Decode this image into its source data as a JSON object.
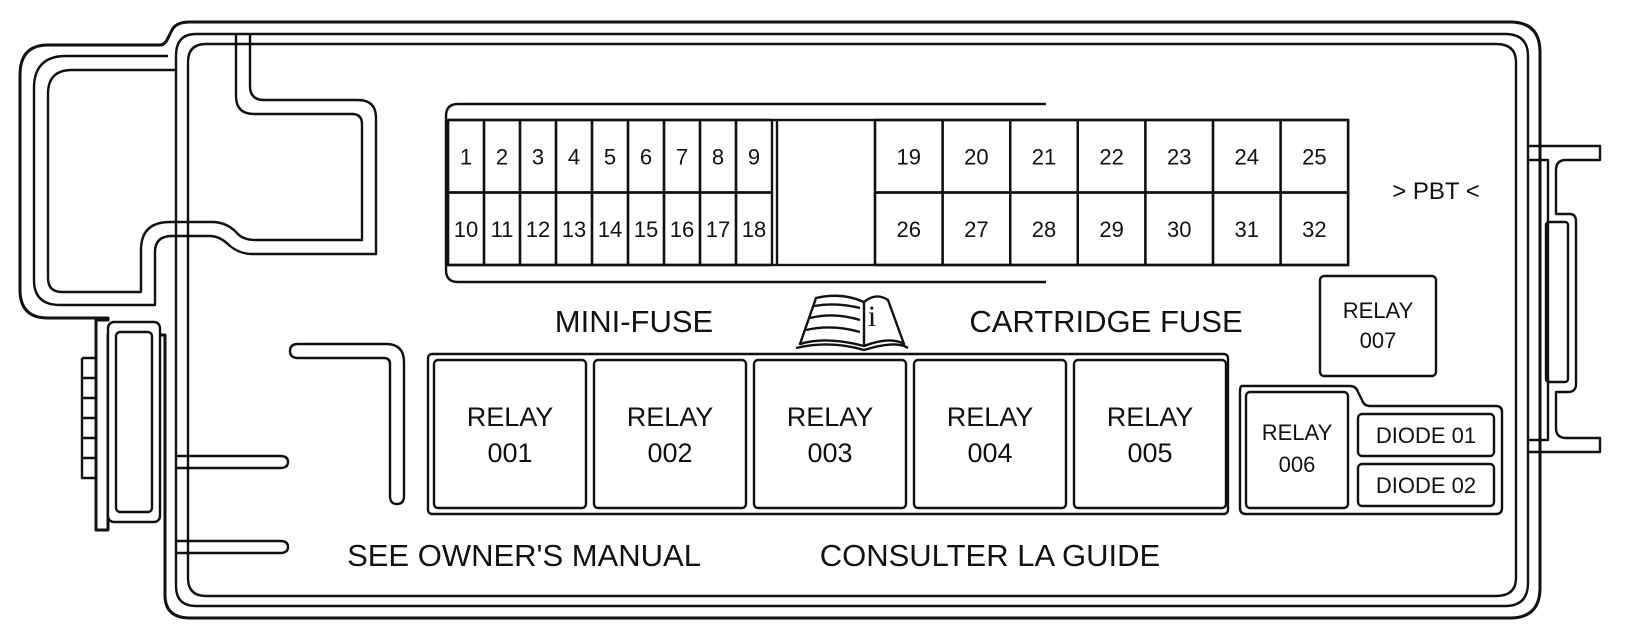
{
  "fuses": {
    "mini_top": [
      "1",
      "2",
      "3",
      "4",
      "5",
      "6",
      "7",
      "8",
      "9"
    ],
    "mini_bottom": [
      "10",
      "11",
      "12",
      "13",
      "14",
      "15",
      "16",
      "17",
      "18"
    ],
    "cart_top": [
      "19",
      "20",
      "21",
      "22",
      "23",
      "24",
      "25"
    ],
    "cart_bottom": [
      "26",
      "27",
      "28",
      "29",
      "30",
      "31",
      "32"
    ]
  },
  "labels": {
    "pbt": "> PBT <",
    "mini_fuse": "MINI-FUSE",
    "cartridge_fuse": "CARTRIDGE FUSE",
    "see_manual": "SEE OWNER'S MANUAL",
    "consulter": "CONSULTER LA GUIDE",
    "book_glyph": "i"
  },
  "relays": [
    {
      "line1": "RELAY",
      "line2": "001"
    },
    {
      "line1": "RELAY",
      "line2": "002"
    },
    {
      "line1": "RELAY",
      "line2": "003"
    },
    {
      "line1": "RELAY",
      "line2": "004"
    },
    {
      "line1": "RELAY",
      "line2": "005"
    }
  ],
  "relay006": {
    "line1": "RELAY",
    "line2": "006"
  },
  "relay007": {
    "line1": "RELAY",
    "line2": "007"
  },
  "diodes": [
    "DIODE 01",
    "DIODE 02"
  ]
}
